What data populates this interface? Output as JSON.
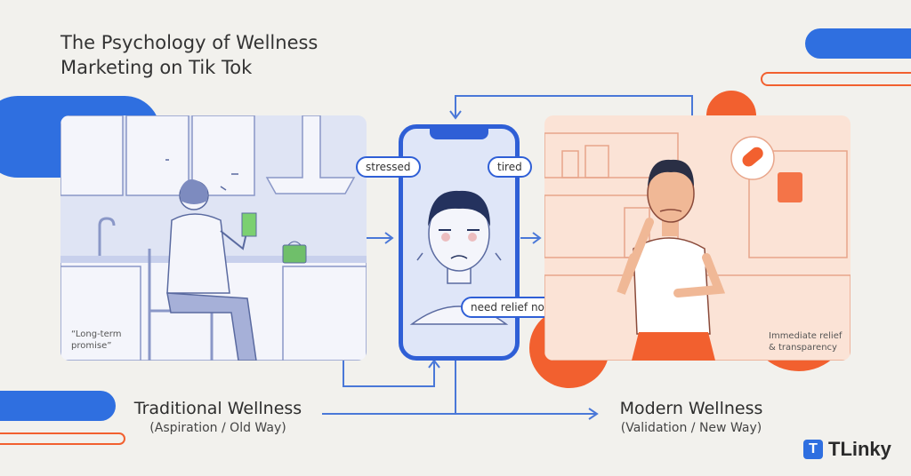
{
  "title": "The Psychology of Wellness\nMarketing on Tik Tok",
  "left_panel": {
    "caption_title": "Traditional Wellness",
    "caption_sub": "(Aspiration / Old Way)",
    "note": "“Long-term\npromise”",
    "colors": {
      "bg": "#dfe4f4",
      "line": "#8a97c7"
    }
  },
  "phone": {
    "bubbles": [
      "stressed",
      "tired",
      "need relief now"
    ],
    "colors": {
      "frame": "#2f5fd6",
      "screen": "#dfe6f8"
    }
  },
  "right_panel": {
    "caption_title": "Modern Wellness",
    "caption_sub": "(Validation / New Way)",
    "note": "Immediate relief\n& transparency",
    "colors": {
      "bg": "#fbe3d6",
      "line": "#e8a58a",
      "accent": "#f2602f"
    }
  },
  "brand": {
    "logo_letter": "T",
    "name": "TLinky"
  },
  "colors": {
    "blue": "#2f6fe0",
    "orange": "#f2602f"
  }
}
